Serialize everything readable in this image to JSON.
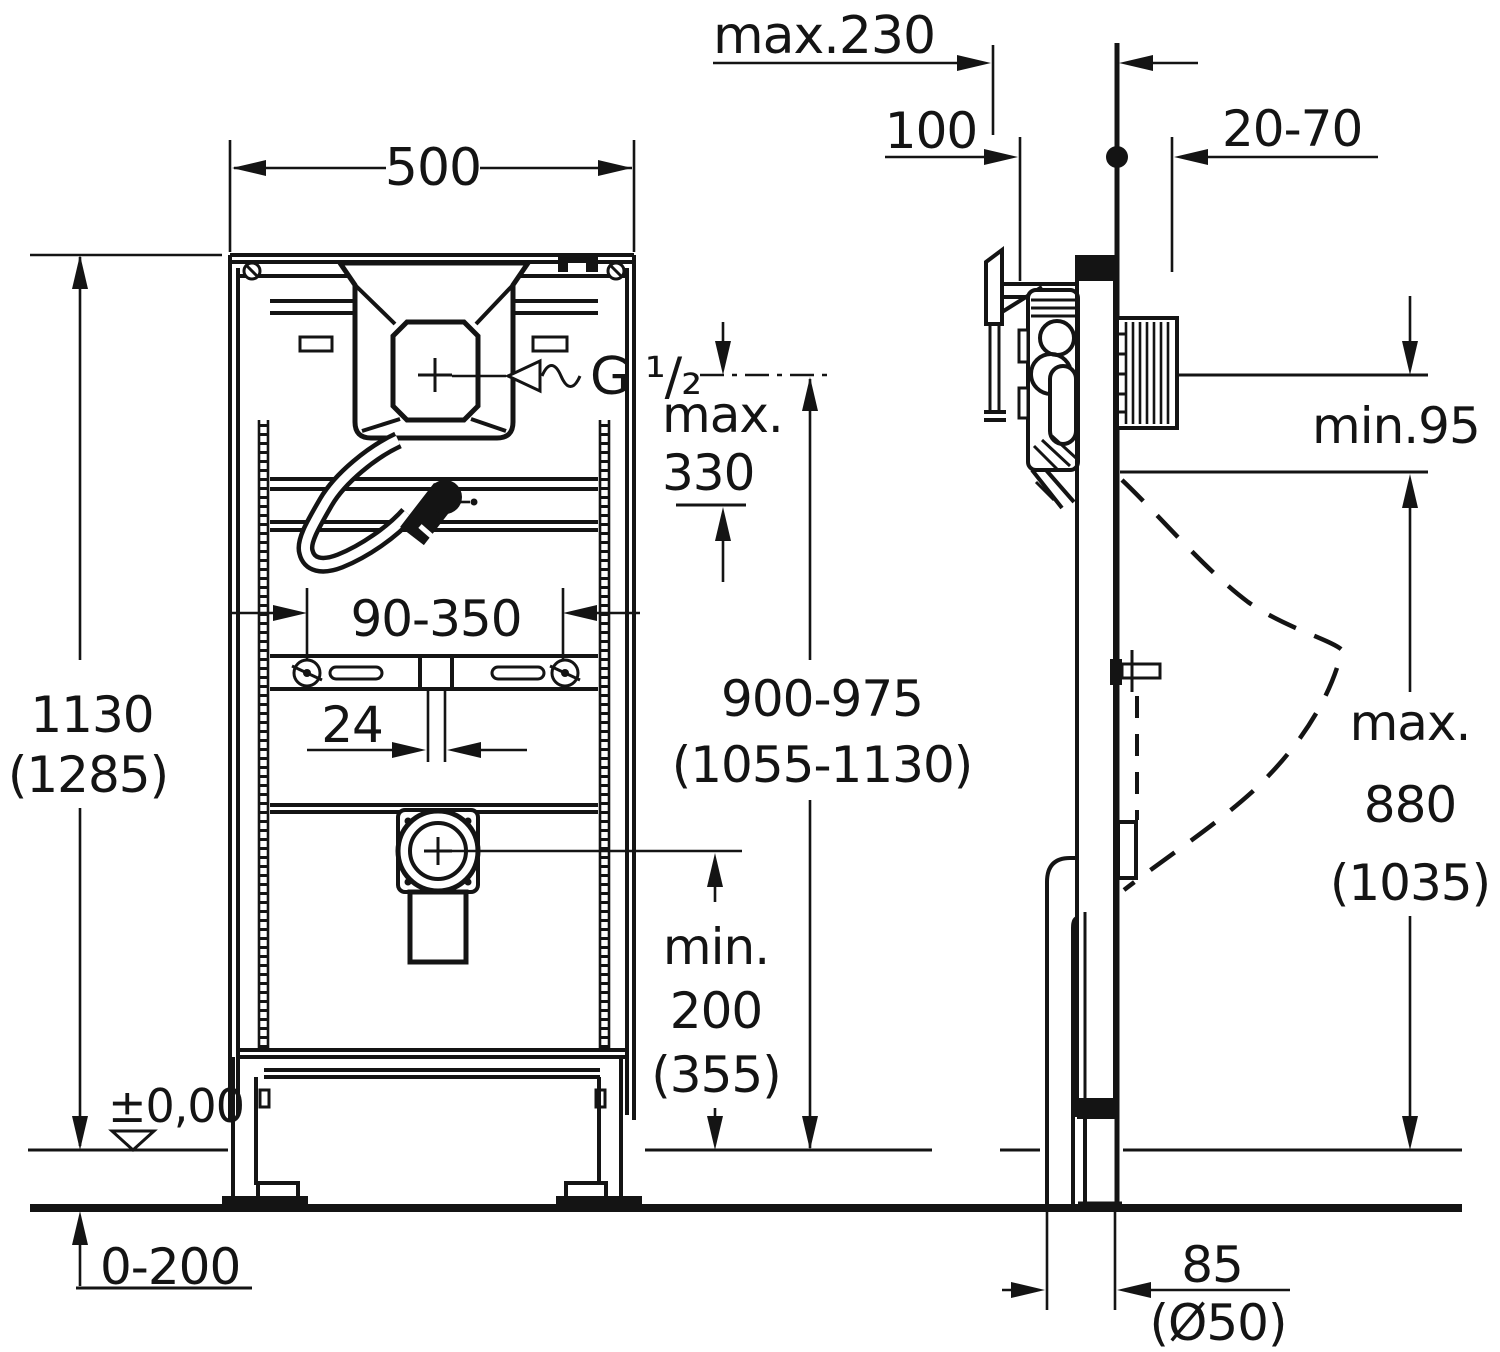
{
  "drawing": {
    "title": "Urinal installation frame - dimensional drawing (front and side view)",
    "colors": {
      "line": "#141414",
      "background": "#ffffff"
    },
    "labels": {
      "max230": "max.230",
      "d100": "100",
      "d2070": "20-70",
      "d500": "500",
      "thread": "G ¹/₂",
      "max330_1": "max.",
      "max330_2": "330",
      "d90350": "90-350",
      "d24": "24",
      "d1130_1": "1130",
      "d1130_2": "(1285)",
      "d900975_1": "900-975",
      "d900975_2": "(1055-1130)",
      "min200_1": "min.",
      "min200_2": "200",
      "min200_3": "(355)",
      "pm000": "±0,00",
      "d0200": "0-200",
      "min95": "min.95",
      "max880_1": "max.",
      "max880_2": "880",
      "max880_3": "(1035)",
      "d85": "85",
      "o50": "(Ø50)"
    }
  }
}
